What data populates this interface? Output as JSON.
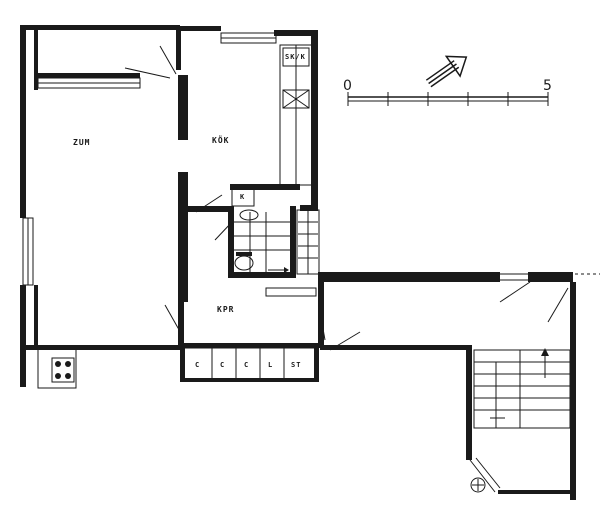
{
  "rooms": {
    "living": "ZUM",
    "kitchen": "KÖK",
    "hall": "KPR"
  },
  "fixtures": {
    "kitchen_unit": "SK/K",
    "k_unit": "K",
    "closets": [
      "C",
      "C",
      "C",
      "L",
      "ST"
    ]
  },
  "scale": {
    "start": "0",
    "end": "5"
  }
}
